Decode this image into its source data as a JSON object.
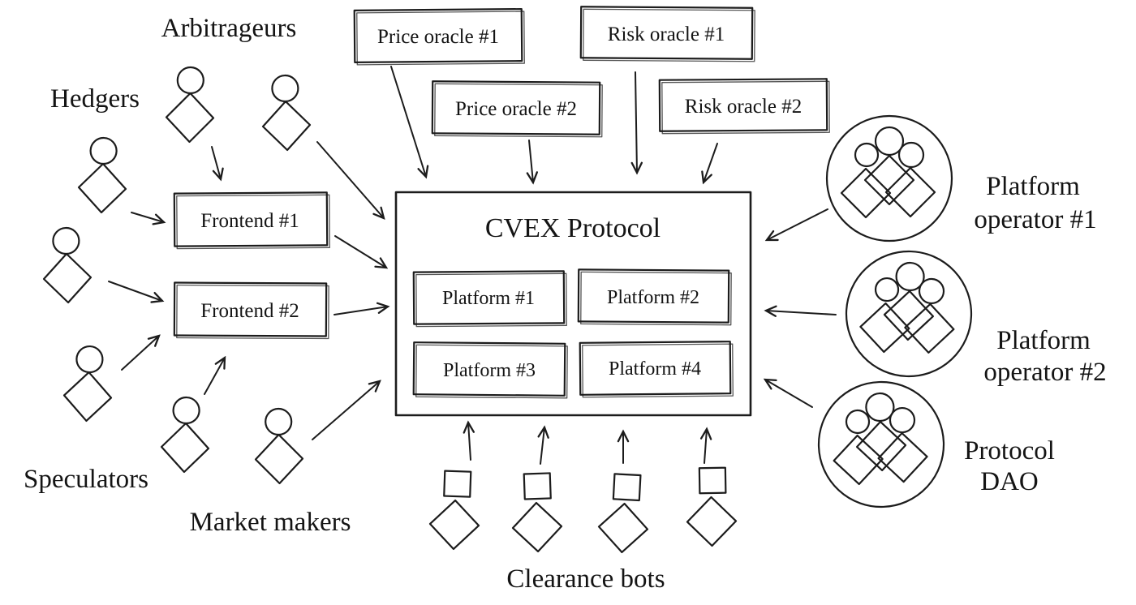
{
  "background_color": "#ffffff",
  "ink_color": "#1c1c1c",
  "user_groups": {
    "hedgers": "Hedgers",
    "arbitrageurs": "Arbitrageurs",
    "speculators": "Speculators",
    "market_makers": "Market makers"
  },
  "oracles": {
    "price_oracle_1": "Price oracle #1",
    "price_oracle_2": "Price oracle #2",
    "risk_oracle_1": "Risk oracle #1",
    "risk_oracle_2": "Risk oracle #2"
  },
  "frontends": {
    "frontend_1": "Frontend #1",
    "frontend_2": "Frontend #2"
  },
  "protocol": {
    "title": "CVEX Protocol",
    "platforms": [
      "Platform #1",
      "Platform #2",
      "Platform #3",
      "Platform #4"
    ]
  },
  "governance": {
    "platform_operator_1": {
      "line1": "Platform",
      "line2": "operator #1"
    },
    "platform_operator_2": {
      "line1": "Platform",
      "line2": "operator #2"
    },
    "protocol_dao": {
      "line1": "Protocol",
      "line2": "DAO"
    }
  },
  "bots": {
    "label": "Clearance bots",
    "count": 4
  },
  "icons": {
    "user": "person-icon (circle head, diamond body)",
    "bot": "bot-icon (square head, diamond body)",
    "operator_group": "people-group-icon (three people inside circle)"
  }
}
